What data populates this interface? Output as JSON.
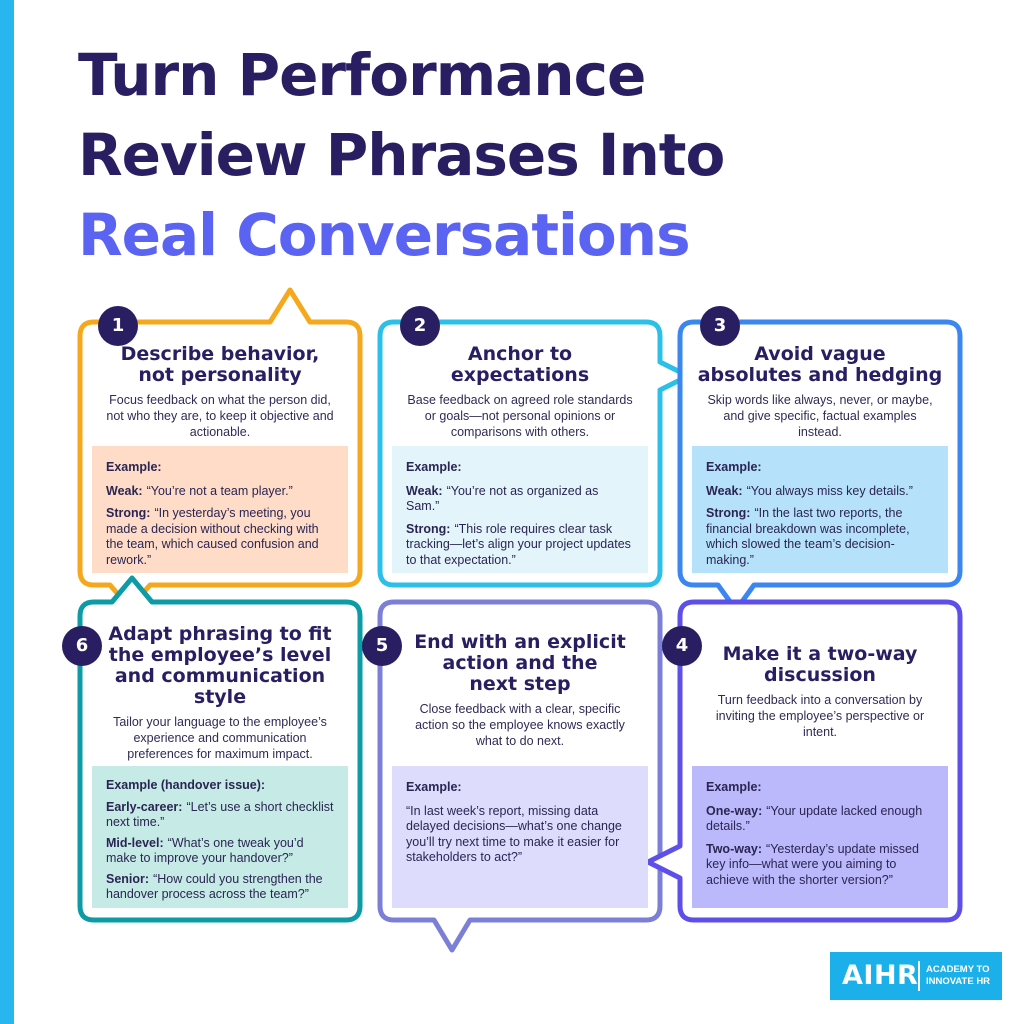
{
  "title": {
    "line1": "Turn Performance",
    "line2": "Review Phrases Into",
    "line3": "Real Conversations"
  },
  "colors": {
    "stripe": "#28b6ee",
    "title_dark": "#2a1e63",
    "title_accent": "#5b63f3",
    "card1_border": "#f5a81c",
    "card1_fill": "#ffdcc8",
    "card2_border": "#2cbfe8",
    "card2_fill": "#e3f5fb",
    "card3_border": "#3b86f0",
    "card3_fill": "#b6e1fa",
    "card4_border": "#5e4fea",
    "card4_fill": "#bbb9fb",
    "card5_border": "#7c7fd6",
    "card5_fill": "#dddcfc",
    "card6_border": "#0d9ba5",
    "card6_fill": "#c6ebe6",
    "logo": "#1bb0ea"
  },
  "cards": [
    {
      "number": "1",
      "title_lines": [
        "Describe behavior,",
        "not personality"
      ],
      "description": "Focus feedback on what the person did, not who they are, to keep it objective and actionable.",
      "example_title": "Example:",
      "lines": [
        {
          "label": "Weak:",
          "text": "“You’re not a team player.”"
        },
        {
          "label": "Strong:",
          "text": "“In yesterday’s meeting, you made a decision without checking with the team, which caused confusion and rework.”"
        }
      ]
    },
    {
      "number": "2",
      "title_lines": [
        "Anchor to",
        "expectations"
      ],
      "description": "Base feedback on agreed role standards or goals—not personal opinions or comparisons with others.",
      "example_title": "Example:",
      "lines": [
        {
          "label": "Weak:",
          "text": "“You’re not as organized as Sam.”"
        },
        {
          "label": "Strong:",
          "text": "“This role requires clear task tracking—let’s align your project updates to that expectation.”"
        }
      ]
    },
    {
      "number": "3",
      "title_lines": [
        "Avoid vague",
        "absolutes and hedging"
      ],
      "description": "Skip words like always, never, or maybe, and give specific, factual examples instead.",
      "example_title": "Example:",
      "lines": [
        {
          "label": "Weak:",
          "text": "“You always miss key details.”"
        },
        {
          "label": "Strong:",
          "text": "“In the last two reports, the financial breakdown was incomplete, which slowed the team’s decision-making.”"
        }
      ]
    },
    {
      "number": "4",
      "title_lines": [
        "Make it a two-way",
        "discussion"
      ],
      "description": "Turn feedback into a conversation by inviting the employee’s perspective or intent.",
      "example_title": "Example:",
      "lines": [
        {
          "label": "One-way:",
          "text": "“Your update lacked enough details.”"
        },
        {
          "label": "Two-way:",
          "text": "“Yesterday’s update missed key info—what were you aiming to achieve with the shorter version?”"
        }
      ]
    },
    {
      "number": "5",
      "title_lines": [
        "End with an explicit",
        "action and the",
        "next step"
      ],
      "description": "Close feedback with a clear, specific action so the employee knows exactly what to do next.",
      "example_title": "Example:",
      "lines": [
        {
          "label": "",
          "text": "“In last week’s report, missing data delayed decisions—what’s one change you’ll try next time to make it easier for stakeholders to act?”"
        }
      ]
    },
    {
      "number": "6",
      "title_lines": [
        "Adapt phrasing to fit",
        "the employee’s level",
        "and communication",
        "style"
      ],
      "description": "Tailor your language to the employee’s experience and communication preferences for maximum impact.",
      "example_title": "Example (handover issue):",
      "lines": [
        {
          "label": "Early-career:",
          "text": "“Let’s use a short checklist next time.”"
        },
        {
          "label": "Mid-level:",
          "text": "“What’s one tweak you’d make to improve your handover?”"
        },
        {
          "label": "Senior:",
          "text": "“How could you strengthen the handover process across the team?”"
        }
      ]
    }
  ],
  "logo": {
    "mark": "AIHR",
    "text_line1": "ACADEMY TO",
    "text_line2": "INNOVATE HR"
  }
}
